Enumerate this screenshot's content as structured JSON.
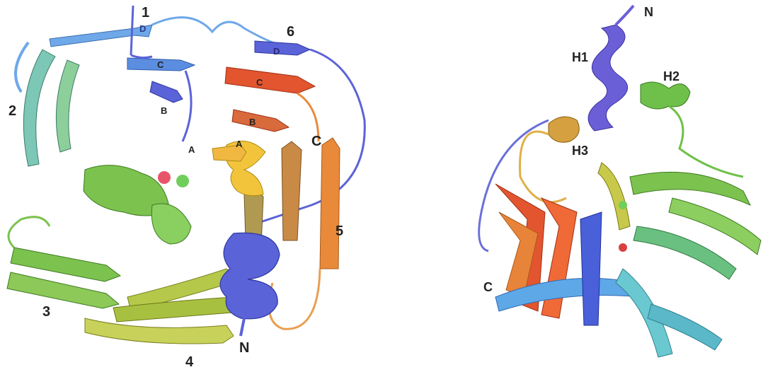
{
  "left_structure": {
    "blade_labels": {
      "b1": "1",
      "b2": "2",
      "b3": "3",
      "b4": "4",
      "b5": "5",
      "b6": "6"
    },
    "strand_labels": {
      "d1": "D",
      "c1": "C",
      "b1": "B",
      "a1": "A",
      "d6": "D",
      "c6": "C",
      "b6": "B",
      "a6": "A"
    },
    "terminus_labels": {
      "n": "N",
      "c": "C"
    },
    "ion_colors": {
      "left_ion": "#e8556a",
      "right_ion": "#6fcf5a"
    }
  },
  "right_structure": {
    "helix_labels": {
      "h1": "H1",
      "h2": "H2",
      "h3": "H3"
    },
    "terminus_labels": {
      "n": "N",
      "c": "C"
    }
  },
  "colors": {
    "blue": "#5b63d8",
    "light_blue": "#6fa8e8",
    "teal": "#7cc7b5",
    "green": "#7cc24f",
    "yellow_green": "#c8d25a",
    "yellow": "#f2c43c",
    "orange": "#e88a3a",
    "red": "#e2552f"
  }
}
